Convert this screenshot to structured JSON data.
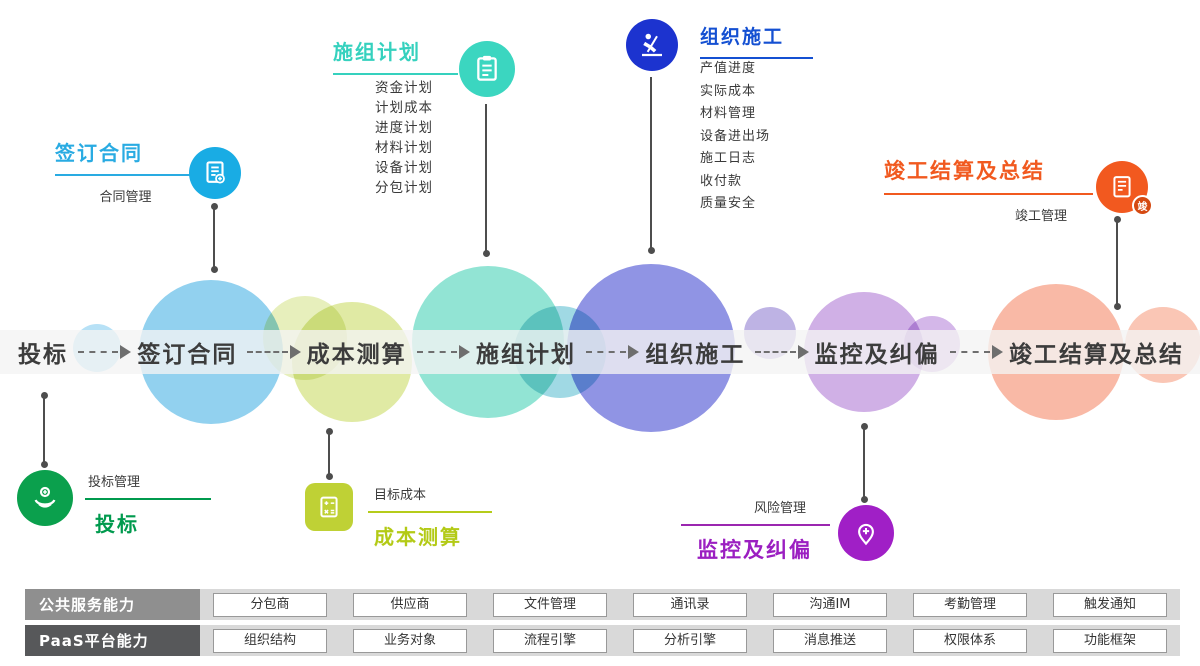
{
  "timeline": {
    "stages": [
      "投标",
      "签订合同",
      "成本测算",
      "施组计划",
      "组织施工",
      "监控及纠偏",
      "竣工结算及总结"
    ]
  },
  "callouts": {
    "sign_contract": {
      "title": "签订合同",
      "subtitle": "合同管理",
      "color": "#29abe2"
    },
    "construction_plan": {
      "title": "施组计划",
      "color": "#35d1be",
      "items": [
        "资金计划",
        "计划成本",
        "进度计划",
        "材料计划",
        "设备计划",
        "分包计划"
      ]
    },
    "organize_construction": {
      "title": "组织施工",
      "color": "#1450d2",
      "items": [
        "产值进度",
        "实际成本",
        "材料管理",
        "设备进出场",
        "施工日志",
        "收付款",
        "质量安全"
      ]
    },
    "completion": {
      "title": "竣工结算及总结",
      "subtitle": "竣工管理",
      "badge": "竣",
      "color": "#f1591f"
    },
    "bidding": {
      "title": "投标",
      "subtitle": "投标管理",
      "color": "#009a4e"
    },
    "cost_estimate": {
      "title": "成本测算",
      "subtitle": "目标成本",
      "color": "#b3ca16"
    },
    "monitoring": {
      "title": "监控及纠偏",
      "subtitle": "风险管理",
      "color": "#9b1fc1"
    }
  },
  "bottom": {
    "rows": [
      {
        "header": "公共服务能力",
        "items": [
          "分包商",
          "供应商",
          "文件管理",
          "通讯录",
          "沟通IM",
          "考勤管理",
          "触发通知"
        ]
      },
      {
        "header": "PaaS平台能力",
        "items": [
          "组织结构",
          "业务对象",
          "流程引擎",
          "分析引擎",
          "消息推送",
          "权限体系",
          "功能框架"
        ]
      }
    ]
  }
}
